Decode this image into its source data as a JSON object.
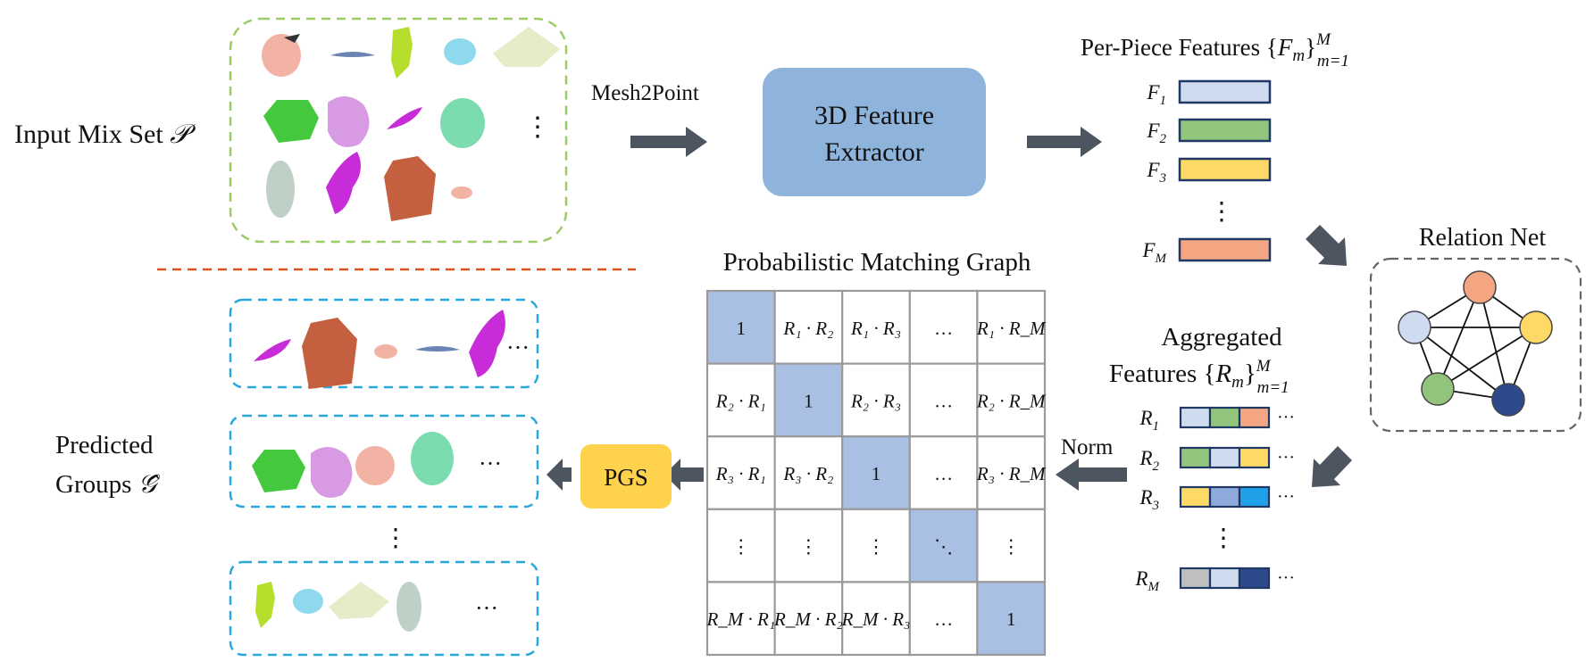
{
  "input_set": {
    "label_text": "Input Mix Set ",
    "label_symbol": "𝒫",
    "ellipsis": "⋮"
  },
  "mesh2point": {
    "label": "Mesh2Point"
  },
  "extractor": {
    "line1": "3D Feature",
    "line2": "Extractor"
  },
  "per_piece": {
    "title_text": "Per-Piece Features ",
    "title_set_open": "{",
    "title_var": "F",
    "title_sub": "m",
    "title_set_close": "}",
    "title_sup": "M",
    "title_range": "m=1",
    "rows": [
      {
        "var": "F",
        "sub": "1",
        "color": "#cfdcf0"
      },
      {
        "var": "F",
        "sub": "2",
        "color": "#93c47d"
      },
      {
        "var": "F",
        "sub": "3",
        "color": "#ffd966"
      },
      {
        "var": "F",
        "sub": "M",
        "color": "#f4a582"
      }
    ],
    "vdots": "⋮"
  },
  "relation_net": {
    "title": "Relation Net",
    "nodes": [
      {
        "color": "#f4a582"
      },
      {
        "color": "#ffd966"
      },
      {
        "color": "#2c4a8c"
      },
      {
        "color": "#93c47d"
      },
      {
        "color": "#cfdcf0"
      }
    ]
  },
  "aggregated": {
    "title_line1": "Aggregated",
    "title_line2": "Features ",
    "title_set_open": "{",
    "title_var": "R",
    "title_sub": "m",
    "title_set_close": "}",
    "title_sup": "M",
    "title_range": "m=1",
    "rows": [
      {
        "var": "R",
        "sub": "1",
        "colors": [
          "#cfdcf0",
          "#93c47d",
          "#f4a582"
        ],
        "more": "···"
      },
      {
        "var": "R",
        "sub": "2",
        "colors": [
          "#93c47d",
          "#cfdcf0",
          "#ffd966"
        ],
        "more": "···"
      },
      {
        "var": "R",
        "sub": "3",
        "colors": [
          "#ffd966",
          "#8ea9db",
          "#1ea1e8"
        ],
        "more": "···"
      },
      {
        "var": "R",
        "sub": "M",
        "colors": [
          "#bfbfbf",
          "#cfdcf0",
          "#2c4a8c"
        ],
        "more": "···"
      }
    ],
    "vdots": "⋮"
  },
  "norm": {
    "label": "Norm"
  },
  "matching_graph": {
    "title": "Probabilistic Matching Graph",
    "cells": [
      [
        "1",
        "R₁ · R₂",
        "R₁ · R₃",
        "…",
        "R₁ · R_M"
      ],
      [
        "R₂ · R₁",
        "1",
        "R₂ · R₃",
        "…",
        "R₂ · R_M"
      ],
      [
        "R₃ · R₁",
        "R₃ · R₂",
        "1",
        "…",
        "R₃ · R_M"
      ],
      [
        "⋮",
        "⋮",
        "⋮",
        "⋱",
        "⋮"
      ],
      [
        "R_M · R₁",
        "R_M · R₂",
        "R_M · R₃",
        "…",
        "1"
      ]
    ]
  },
  "pgs": {
    "label": "PGS"
  },
  "predicted": {
    "line1": "Predicted",
    "line2": "Groups ",
    "symbol": "𝒢̂",
    "group_ellipsis": "···",
    "vdots": "⋮"
  },
  "colors": {
    "green_dash": "#9ccc65",
    "blue_dash": "#29a8e0",
    "orange_dash": "#d9531e",
    "arrow": "#4d5561",
    "extractor_fill": "#8fb4dc",
    "pgs_fill": "#ffd24d",
    "diag_fill": "#a9bfe3",
    "grid": "#9a9a9a"
  }
}
